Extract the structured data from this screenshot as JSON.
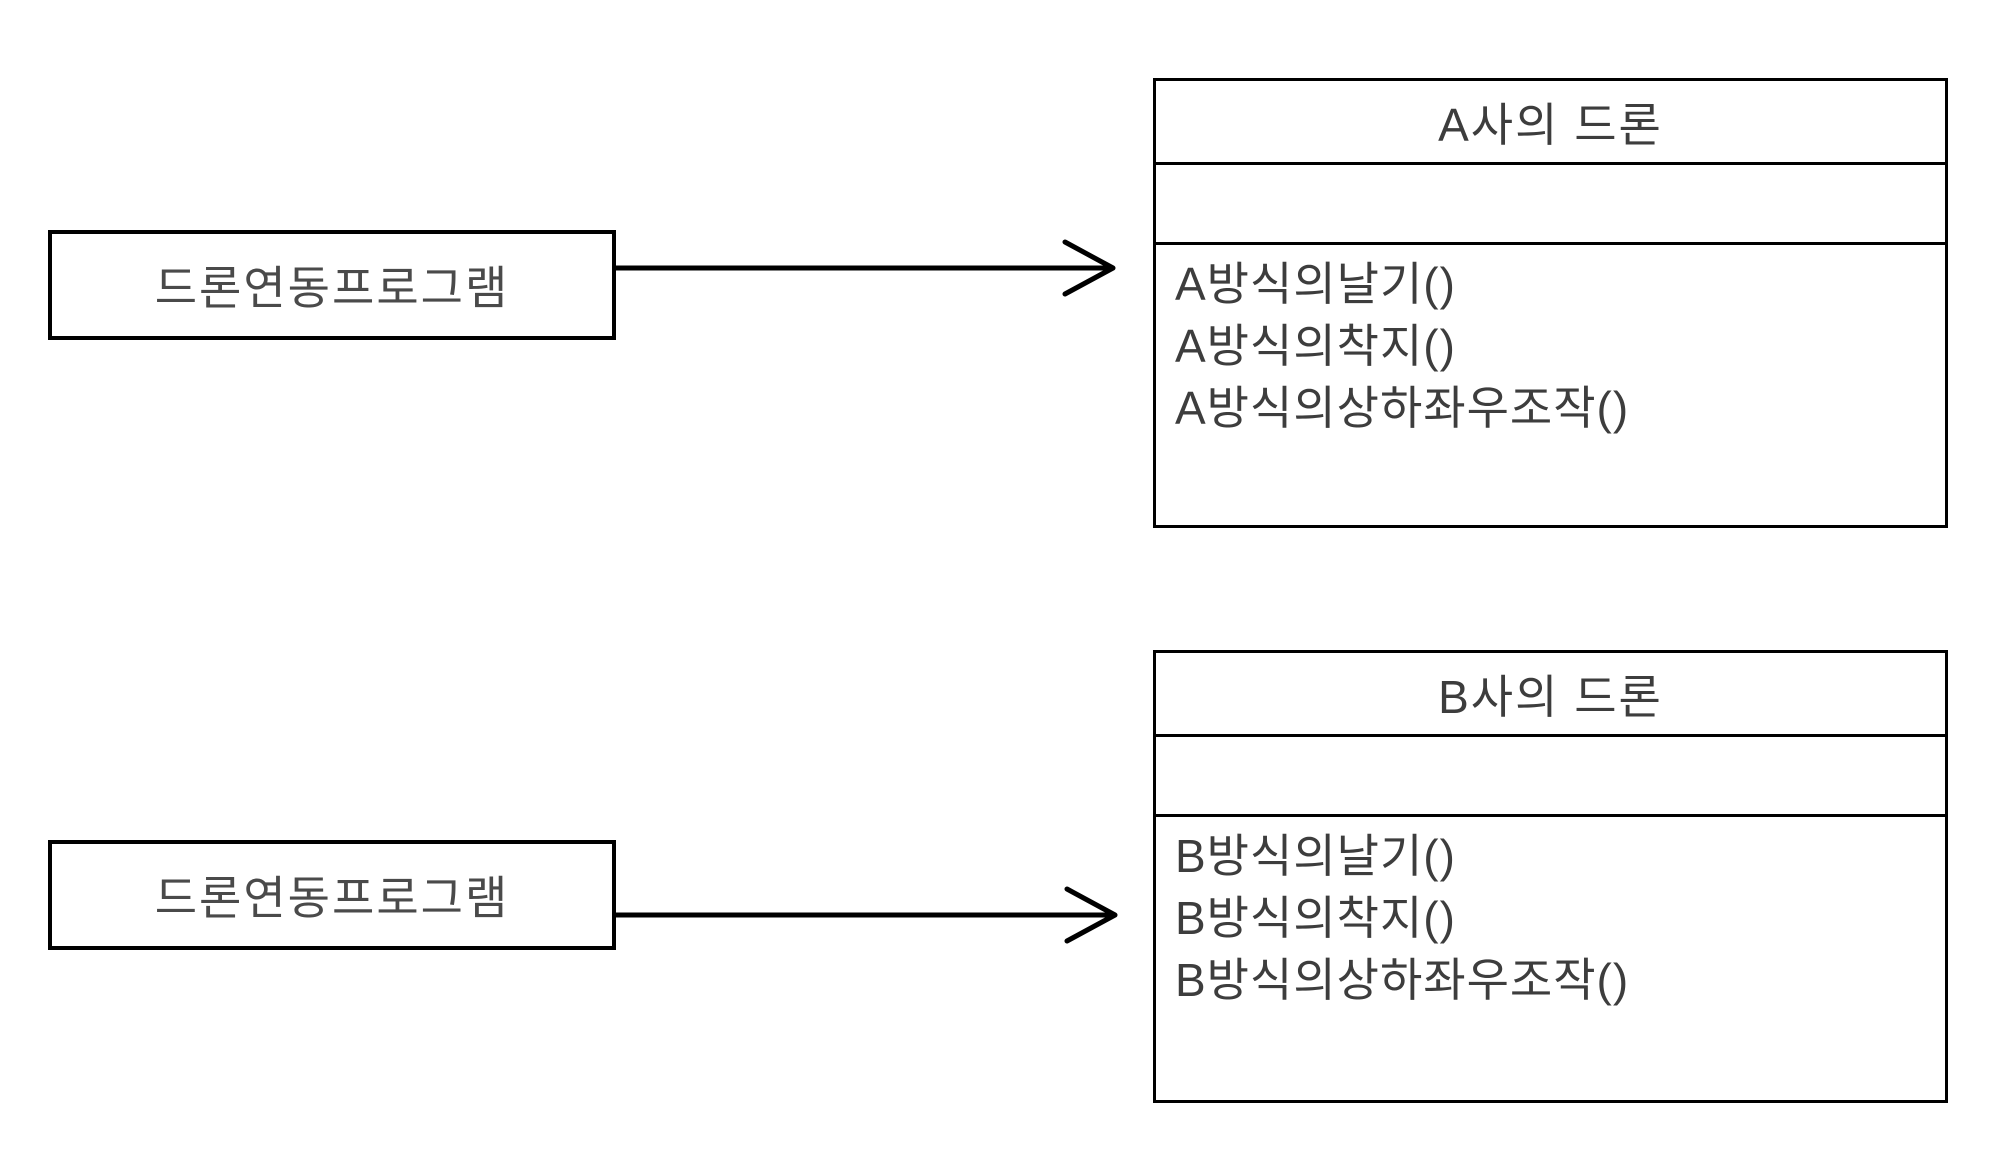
{
  "diagram": {
    "type": "uml-class-diagram",
    "background_color": "#ffffff",
    "line_color": "#000000",
    "text_color": "#3d3d3d",
    "clients": [
      {
        "label": "드론연동프로그램"
      },
      {
        "label": "드론연동프로그램"
      }
    ],
    "classes": [
      {
        "title": "A사의 드론",
        "attributes": "",
        "methods": [
          "A방식의날기()",
          "A방식의착지()",
          "A방식의상하좌우조작()"
        ]
      },
      {
        "title": "B사의 드론",
        "attributes": "",
        "methods": [
          "B방식의날기()",
          "B방식의착지()",
          "B방식의상하좌우조작()"
        ]
      }
    ],
    "connections": [
      {
        "from": "드론연동프로그램",
        "to": "A사의 드론",
        "style": "open-arrow"
      },
      {
        "from": "드론연동프로그램",
        "to": "B사의 드론",
        "style": "open-arrow"
      }
    ]
  }
}
